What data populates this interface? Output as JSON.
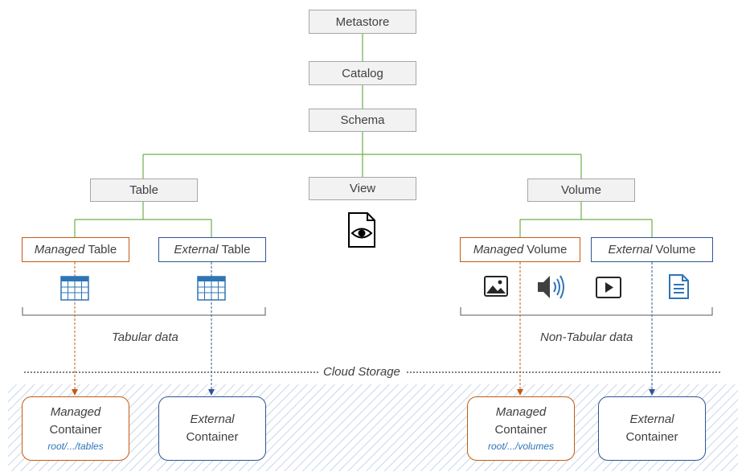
{
  "hierarchy": {
    "metastore": "Metastore",
    "catalog": "Catalog",
    "schema": "Schema",
    "table": "Table",
    "view": "View",
    "volume": "Volume"
  },
  "table_types": {
    "managed_prefix": "Managed",
    "managed_suffix": "Table",
    "external_prefix": "External",
    "external_suffix": "Table"
  },
  "volume_types": {
    "managed_prefix": "Managed",
    "managed_suffix": "Volume",
    "external_prefix": "External",
    "external_suffix": "Volume"
  },
  "groups": {
    "tabular": "Tabular data",
    "non_tabular": "Non-Tabular data"
  },
  "cloud_storage": "Cloud Storage",
  "containers": {
    "managed_table": {
      "line1": "Managed",
      "line2": "Container",
      "path": "root/.../tables"
    },
    "external_table": {
      "line1": "External",
      "line2": "Container"
    },
    "managed_volume": {
      "line1": "Managed",
      "line2": "Container",
      "path": "root/.../volumes"
    },
    "external_volume": {
      "line1": "External",
      "line2": "Container"
    }
  },
  "icons": [
    "table-grid-icon",
    "view-eye-document-icon",
    "image-icon",
    "audio-speaker-icon",
    "video-play-icon",
    "text-document-icon"
  ],
  "colors": {
    "connector": "#70ad47",
    "managed": "#c55a11",
    "external": "#2f5597",
    "box_fill": "#f2f2f2",
    "storage_hatch": "#c9d6ea",
    "icon_blue": "#2e75b6"
  }
}
